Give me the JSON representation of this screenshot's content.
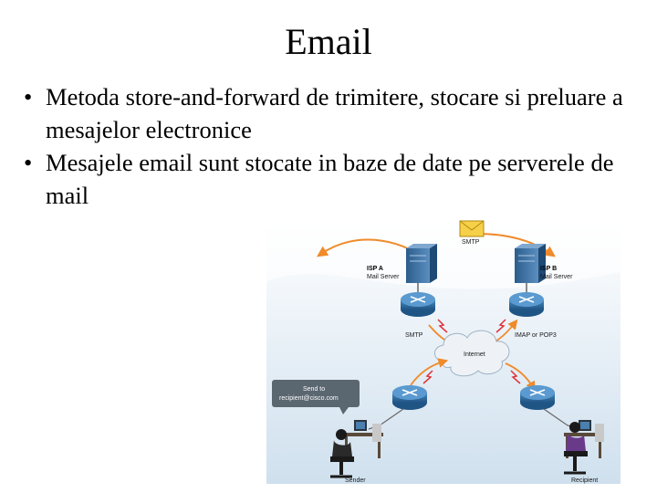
{
  "slide": {
    "title": "Email",
    "bullets": [
      "Metoda store-and-forward de trimitere, stocare si preluare a mesajelor electronice",
      "Mesajele email sunt stocate in baze de date pe serverele de mail"
    ],
    "bullet_symbol": "•"
  },
  "diagram": {
    "smtp_top": "SMTP",
    "isp_a": {
      "name": "ISP A",
      "role": "Mail Server"
    },
    "isp_b": {
      "name": "ISP B",
      "role": "Mail Server"
    },
    "smtp_left": "SMTP",
    "imap_right": "IMAP or POP3",
    "internet": "Internet",
    "callout_line1": "Send to",
    "callout_line2": "recipient@cisco.com",
    "sender": "Sender",
    "recipient": "Recipient",
    "colors": {
      "arrow": "#f08a2a",
      "router": "#2f6f9f",
      "server": "#4a7fb0",
      "cloud": "#eef2f6",
      "background_top": "#ffffff",
      "background_bottom": "#cfe0ee",
      "lightning": "#e0323a"
    }
  }
}
